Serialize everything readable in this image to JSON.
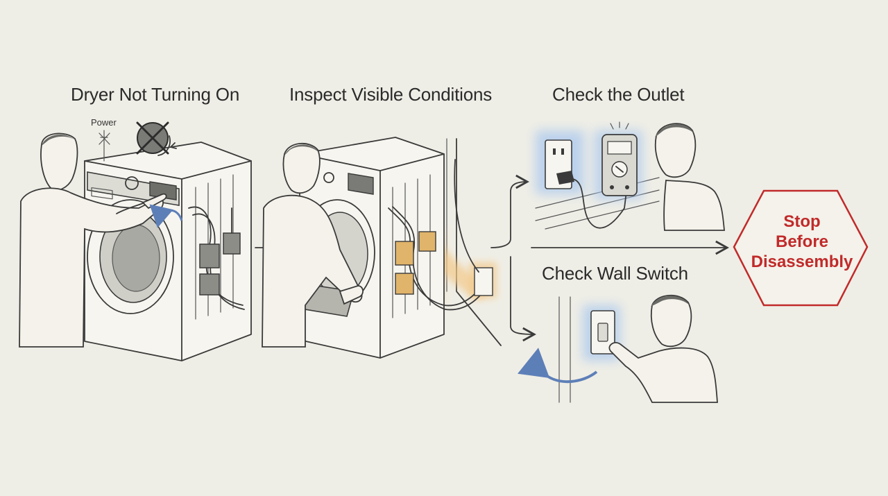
{
  "steps": {
    "step1_title": "Dryer Not Turning On",
    "step2_title": "Inspect Visible Conditions",
    "step3_title": "Check the Outlet",
    "step4_title": "Check Wall Switch"
  },
  "power_label": "Power",
  "stop_sign": {
    "line1": "Stop",
    "line2": "Before",
    "line3": "Disassembly",
    "color": "#c12a2a"
  },
  "highlight_colors": {
    "blue_glow": "#a9c7ee",
    "orange_glow": "#f3c98a",
    "arrow_blue": "#5d7fb8"
  },
  "icons": [
    "no-power-icon",
    "power-off-icon",
    "multimeter-icon",
    "outlet-icon",
    "wall-switch-icon",
    "curved-arrow-icon"
  ]
}
